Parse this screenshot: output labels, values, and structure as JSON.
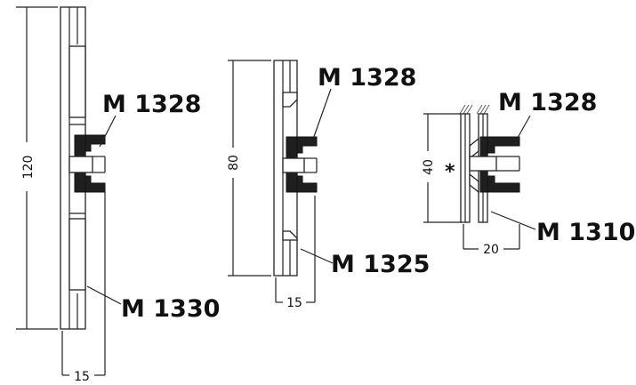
{
  "diagram": {
    "figure_1": {
      "height_dim": "120",
      "width_dim": "15",
      "connector_label": "M 1328",
      "profile_label": "M 1330"
    },
    "figure_2": {
      "height_dim": "80",
      "width_dim": "15",
      "connector_label": "M 1328",
      "profile_label": "M 1325"
    },
    "figure_3": {
      "height_dim": "40",
      "width_dim": "20",
      "marker": "*",
      "connector_label": "M 1328",
      "profile_label": "M 1310"
    }
  }
}
